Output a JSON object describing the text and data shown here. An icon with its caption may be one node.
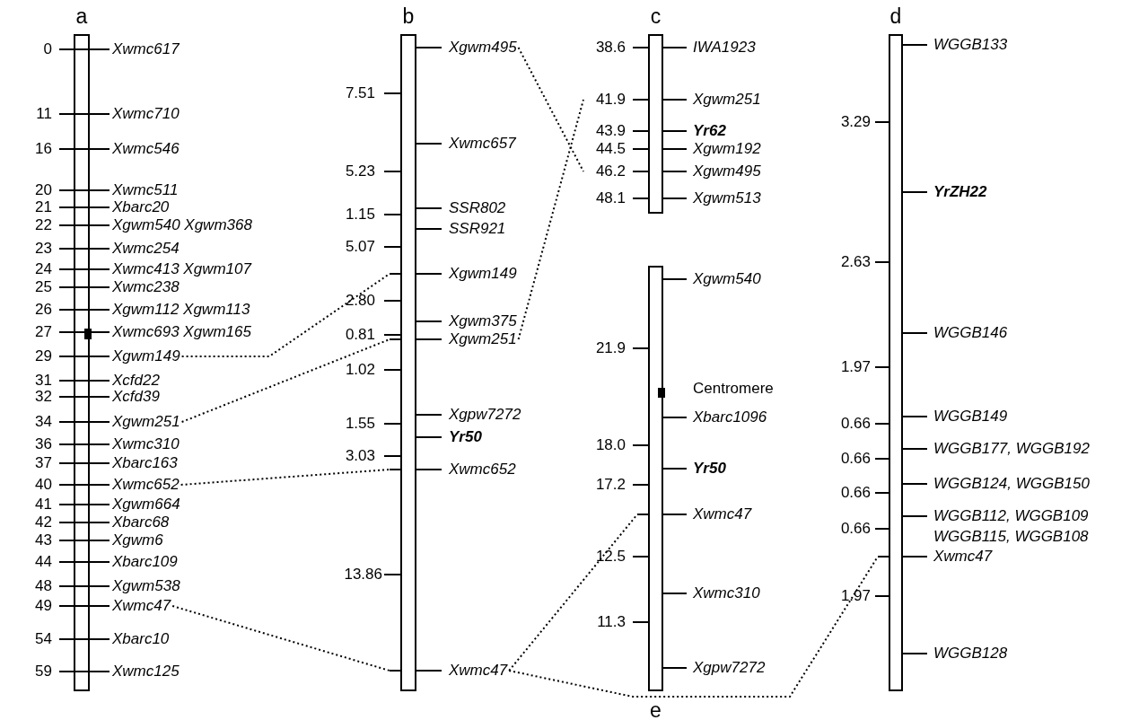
{
  "diagram": {
    "nodes": [
      {
        "text": [
          "a"
        ]
      },
      {
        "text": [
          "Xwmc617"
        ],
        "beside": [
          "0"
        ]
      },
      {
        "text": [
          "Xwmc710"
        ],
        "beside": [
          "11"
        ]
      },
      {
        "text": [
          "Xwmc546"
        ],
        "beside": [
          "16"
        ]
      },
      {
        "text": [
          "Xwmc511"
        ],
        "beside": [
          "20"
        ]
      },
      {
        "text": [
          "Xbarc20"
        ],
        "beside": [
          "21"
        ]
      },
      {
        "text": [
          "Xgwm540 Xgwm368"
        ],
        "beside": [
          "22"
        ]
      },
      {
        "text": [
          "Xwmc254"
        ],
        "beside": [
          "23"
        ]
      },
      {
        "text": [
          "Xwmc413 Xgwm107"
        ],
        "beside": [
          "24"
        ]
      },
      {
        "text": [
          "Xwmc238"
        ],
        "beside": [
          "25"
        ]
      },
      {
        "text": [
          "Xgwm112 Xgwm113"
        ],
        "beside": [
          "26"
        ]
      },
      {
        "text": [
          "Xwmc693 Xgwm165"
        ],
        "beside": [
          "27"
        ]
      },
      {
        "text": [
          "Xgwm149"
        ],
        "beside": [
          "29"
        ]
      },
      {
        "text": [
          "Xcfd22"
        ],
        "beside": [
          "31"
        ]
      },
      {
        "text": [
          "Xcfd39"
        ],
        "beside": [
          "32"
        ]
      },
      {
        "text": [
          "Xgwm251"
        ],
        "beside": [
          "34"
        ]
      },
      {
        "text": [
          "Xwmc310"
        ],
        "beside": [
          "36"
        ]
      },
      {
        "text": [
          "Xbarc163"
        ],
        "beside": [
          "37"
        ]
      },
      {
        "text": [
          "Xwmc652"
        ],
        "beside": [
          "40"
        ]
      },
      {
        "text": [
          "Xgwm664"
        ],
        "beside": [
          "41"
        ]
      },
      {
        "text": [
          "Xbarc68"
        ],
        "beside": [
          "42"
        ]
      },
      {
        "text": [
          "Xgwm6"
        ],
        "beside": [
          "43"
        ]
      },
      {
        "text": [
          "Xbarc109"
        ],
        "beside": [
          "44"
        ]
      },
      {
        "text": [
          "Xgwm538"
        ],
        "beside": [
          "48"
        ]
      },
      {
        "text": [
          "Xwmc47"
        ],
        "beside": [
          "49"
        ]
      },
      {
        "text": [
          "Xbarc10"
        ],
        "beside": [
          "54"
        ]
      },
      {
        "text": [
          "Xwmc125"
        ],
        "beside": [
          "59"
        ]
      },
      {
        "text": [
          "b"
        ],
        "beside": [
          "7.51",
          "5.23",
          "1.15",
          "5.07",
          "2.80",
          "0.81",
          "1.02",
          "1.55",
          "3.03",
          "13.86"
        ]
      },
      {
        "text": [
          "Xgwm495"
        ]
      },
      {
        "text": [
          "Xwmc657"
        ]
      },
      {
        "text": [
          "SSR802"
        ]
      },
      {
        "text": [
          "SSR921"
        ]
      },
      {
        "text": [
          "Xgwm149"
        ]
      },
      {
        "text": [
          "Xgwm375"
        ]
      },
      {
        "text": [
          "Xgwm251"
        ]
      },
      {
        "text": [
          "Xgpw7272"
        ]
      },
      {
        "text": [
          "Yr50"
        ]
      },
      {
        "text": [
          "Xwmc652"
        ]
      },
      {
        "text": [
          "Xwmc47"
        ]
      },
      {
        "text": [
          "c"
        ]
      },
      {
        "text": [
          "IWA1923"
        ],
        "beside": [
          "38.6"
        ]
      },
      {
        "text": [
          "Xgwm251"
        ],
        "beside": [
          "41.9"
        ]
      },
      {
        "text": [
          "Yr62"
        ],
        "beside": [
          "43.9"
        ]
      },
      {
        "text": [
          "Xgwm192"
        ],
        "beside": [
          "44.5"
        ]
      },
      {
        "text": [
          "Xgwm495"
        ],
        "beside": [
          "46.2"
        ]
      },
      {
        "text": [
          "Xgwm513"
        ],
        "beside": [
          "48.1"
        ]
      },
      {
        "text": [
          "d"
        ],
        "beside": [
          "3.29",
          "2.63",
          "1.97",
          "0.66",
          "0.66",
          "0.66",
          "0.66",
          "1.97"
        ]
      },
      {
        "text": [
          "WGGB133"
        ]
      },
      {
        "text": [
          "YrZH22"
        ]
      },
      {
        "text": [
          "WGGB146"
        ]
      },
      {
        "text": [
          "WGGB149"
        ]
      },
      {
        "text": [
          "WGGB177, WGGB192"
        ]
      },
      {
        "text": [
          "WGGB124, WGGB150"
        ]
      },
      {
        "text": [
          "WGGB112, WGGB109"
        ]
      },
      {
        "text": [
          "WGGB115, WGGB108"
        ]
      },
      {
        "text": [
          "Xwmc47"
        ]
      },
      {
        "text": [
          "WGGB128"
        ]
      },
      {
        "text": [
          "e"
        ],
        "beside": [
          "21.9",
          "18.0",
          "17.2",
          "12.5",
          "11.3"
        ]
      },
      {
        "text": [
          "Xgwm540"
        ]
      },
      {
        "text": [
          "Centromere"
        ]
      },
      {
        "text": [
          "Xbarc1096"
        ]
      },
      {
        "text": [
          "Yr50"
        ]
      },
      {
        "text": [
          "Xwmc47"
        ]
      },
      {
        "text": [
          "Xwmc310"
        ]
      },
      {
        "text": [
          "Xgpw7272"
        ]
      }
    ],
    "edges": [
      {
        "from": 12,
        "to": 32,
        "arrow": "none",
        "style": "dashed"
      },
      {
        "from": 15,
        "to": 34,
        "arrow": "none",
        "style": "dashed"
      },
      {
        "from": 18,
        "to": 37,
        "arrow": "none",
        "style": "dashed"
      },
      {
        "from": 24,
        "to": 38,
        "arrow": "none",
        "style": "dashed"
      },
      {
        "from": 28,
        "to": 44,
        "arrow": "none",
        "style": "dashed"
      },
      {
        "from": 34,
        "to": 41,
        "arrow": "none",
        "style": "dashed"
      },
      {
        "from": 38,
        "to": 62,
        "arrow": "none",
        "style": "dashed"
      },
      {
        "from": 38,
        "to": 55,
        "arrow": "none",
        "style": "dashed"
      }
    ]
  }
}
